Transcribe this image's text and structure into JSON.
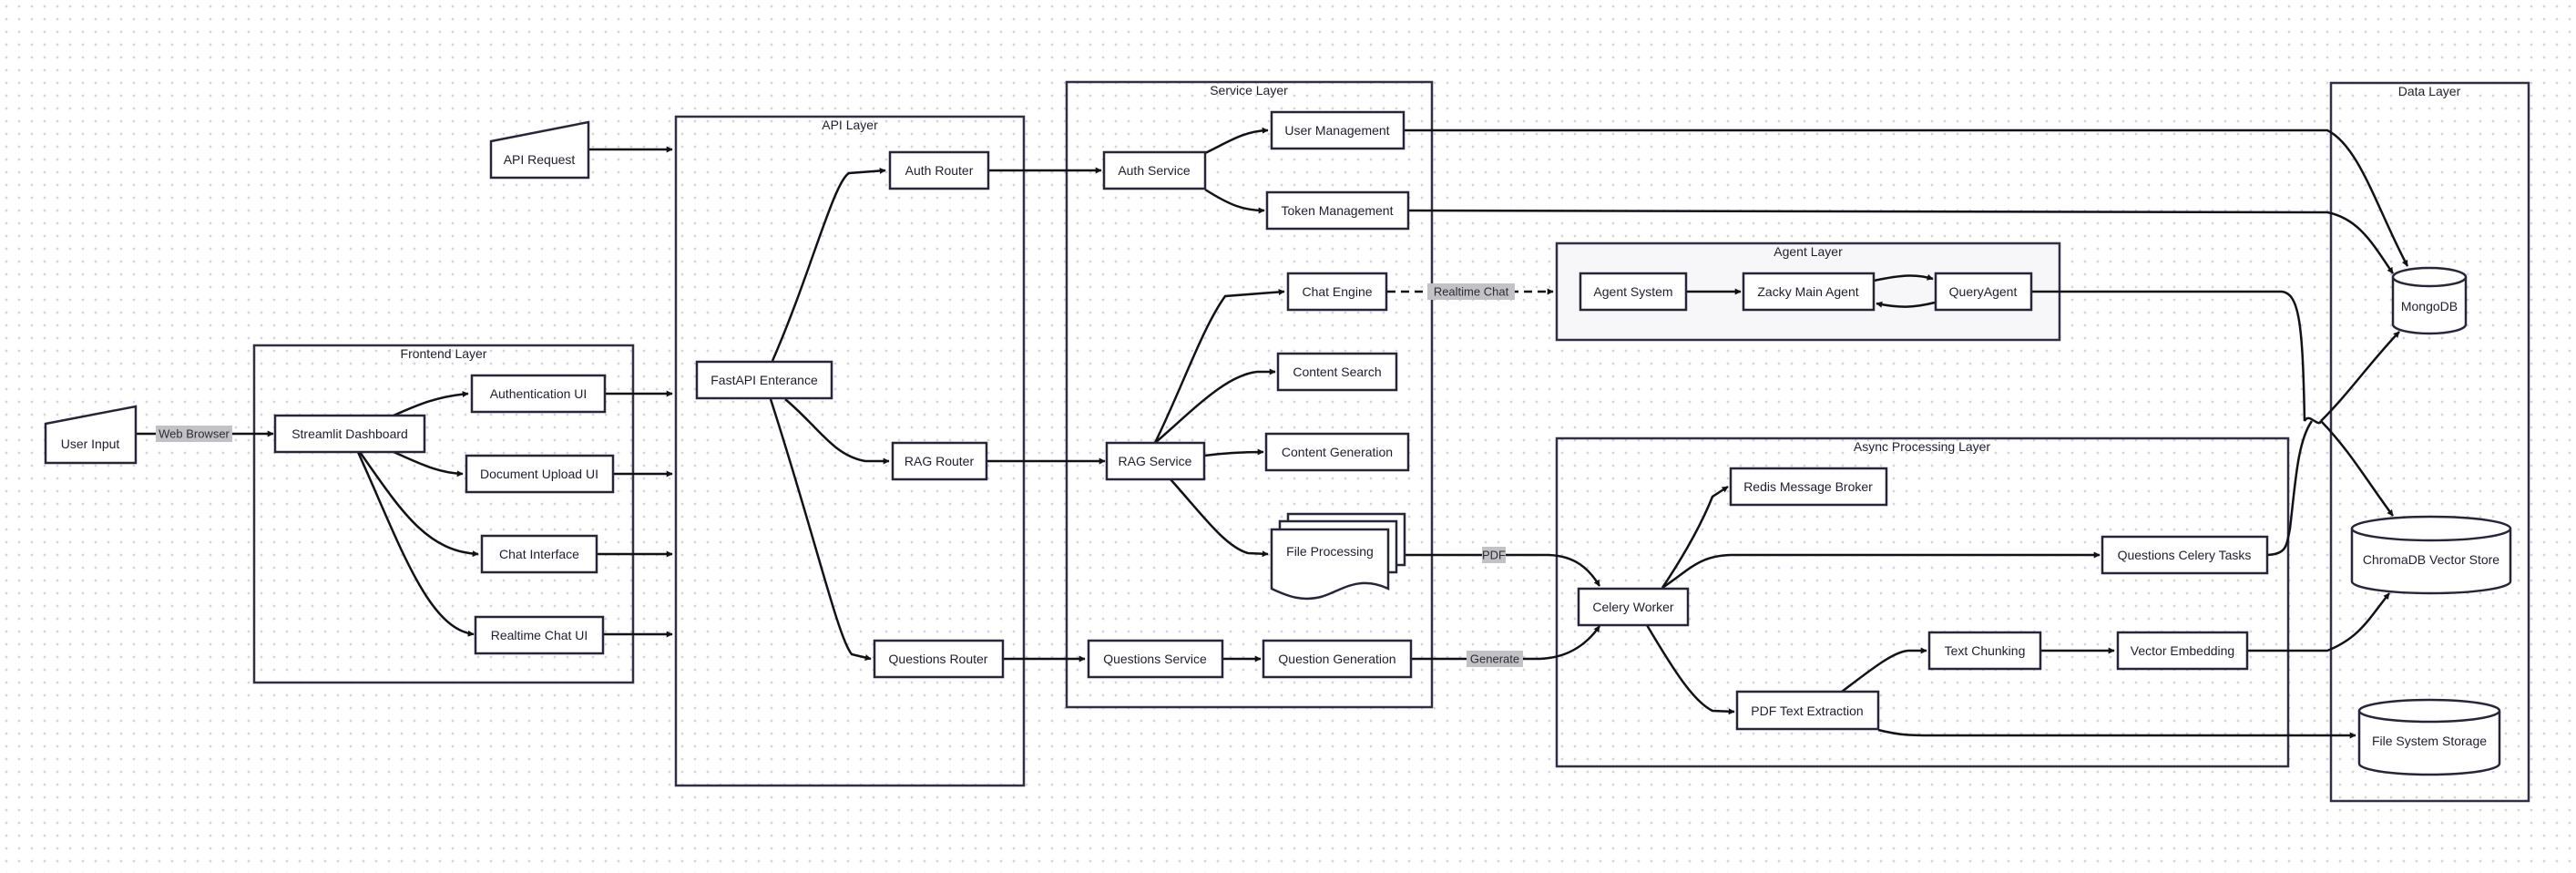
{
  "groups": {
    "frontend": "Frontend Layer",
    "api": "API Layer",
    "service": "Service Layer",
    "agent": "Agent Layer",
    "async": "Async Processing Layer",
    "data": "Data Layer"
  },
  "nodes": {
    "user_input": "User Input",
    "api_request": "API Request",
    "streamlit": "Streamlit Dashboard",
    "auth_ui": "Authentication UI",
    "doc_upload_ui": "Document Upload UI",
    "chat_interface": "Chat Interface",
    "realtime_chat_ui": "Realtime Chat UI",
    "fastapi": "FastAPI Enterance",
    "auth_router": "Auth Router",
    "rag_router": "RAG Router",
    "questions_router": "Questions Router",
    "auth_service": "Auth Service",
    "user_mgmt": "User Management",
    "token_mgmt": "Token Management",
    "chat_engine": "Chat Engine",
    "content_search": "Content Search",
    "rag_service": "RAG Service",
    "content_gen": "Content Generation",
    "file_processing": "File Processing",
    "questions_service": "Questions Service",
    "question_gen": "Question Generation",
    "agent_system": "Agent System",
    "zacky": "Zacky Main Agent",
    "query_agent": "QueryAgent",
    "redis": "Redis Message Broker",
    "celery_worker": "Celery Worker",
    "questions_celery": "Questions Celery Tasks",
    "text_chunking": "Text Chunking",
    "vector_embedding": "Vector Embedding",
    "pdf_extraction": "PDF Text Extraction",
    "mongodb": "MongoDB",
    "chromadb": "ChromaDB Vector Store",
    "file_storage": "File System Storage"
  },
  "edge_labels": {
    "web_browser": "Web Browser",
    "realtime_chat": "Realtime Chat",
    "pdf": "PDF",
    "generate": "Generate"
  }
}
